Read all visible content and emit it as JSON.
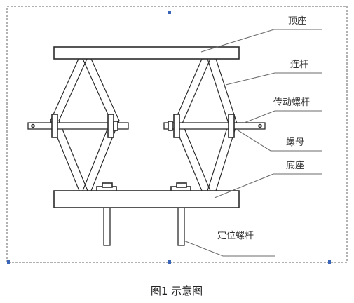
{
  "labels": {
    "top_seat": "顶座",
    "link_rod": "连杆",
    "drive_screw": "传动螺杆",
    "nut": "螺母",
    "base_seat": "底座",
    "locating_screw": "定位螺杆"
  },
  "caption": "图1  示意图",
  "colors": {
    "line": "#2c2c2c",
    "leader": "#6b6b6b",
    "frame_border": "#666666",
    "selection_handle": "#3a64b8"
  }
}
